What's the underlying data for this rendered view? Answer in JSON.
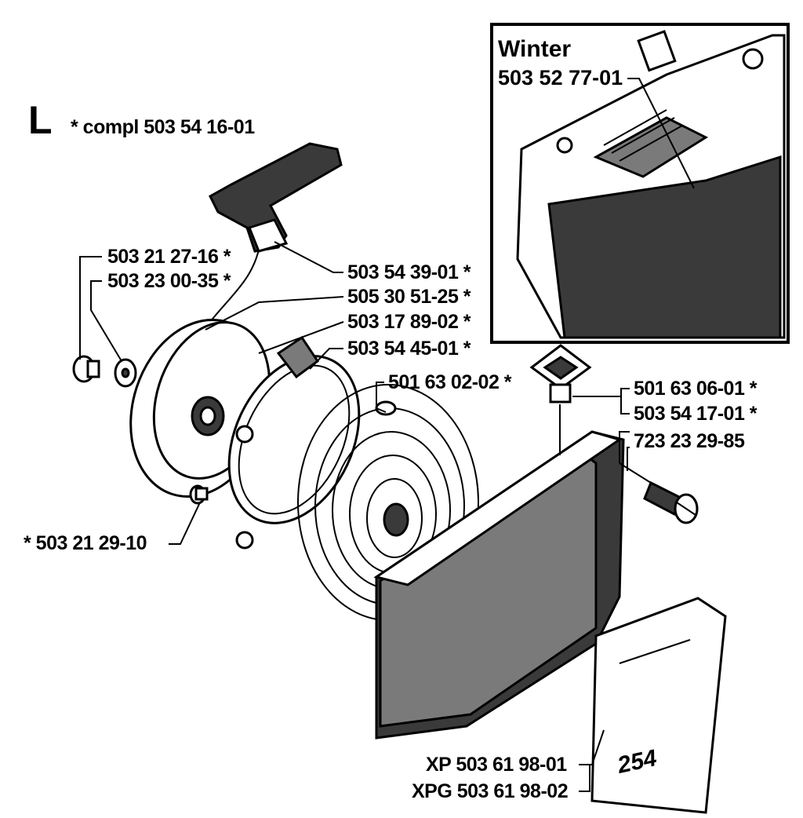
{
  "section": {
    "letter": "L",
    "compl_label": "* compl 503 54 16-01"
  },
  "inset": {
    "title": "Winter",
    "part_number": "503 52 77-01"
  },
  "labels": {
    "p_503_21_27_16": "503 21 27-16 *",
    "p_503_23_00_35": "503 23 00-35 *",
    "p_503_54_39_01": "503 54 39-01 *",
    "p_505_30_51_25": "505 30 51-25 *",
    "p_503_17_89_02": "503 17 89-02 *",
    "p_503_54_45_01": "503 54 45-01 *",
    "p_501_63_02_02": "501 63 02-02 *",
    "p_501_63_06_01": "501 63 06-01 *",
    "p_503_54_17_01": "503 54 17-01 *",
    "p_723_23_29_85": "723 23 29-85",
    "p_503_21_29_10": "* 503 21 29-10",
    "p_xp": "XP 503 61 98-01",
    "p_xpg": "XPG 503 61 98-02"
  },
  "decal": {
    "model": "254"
  }
}
